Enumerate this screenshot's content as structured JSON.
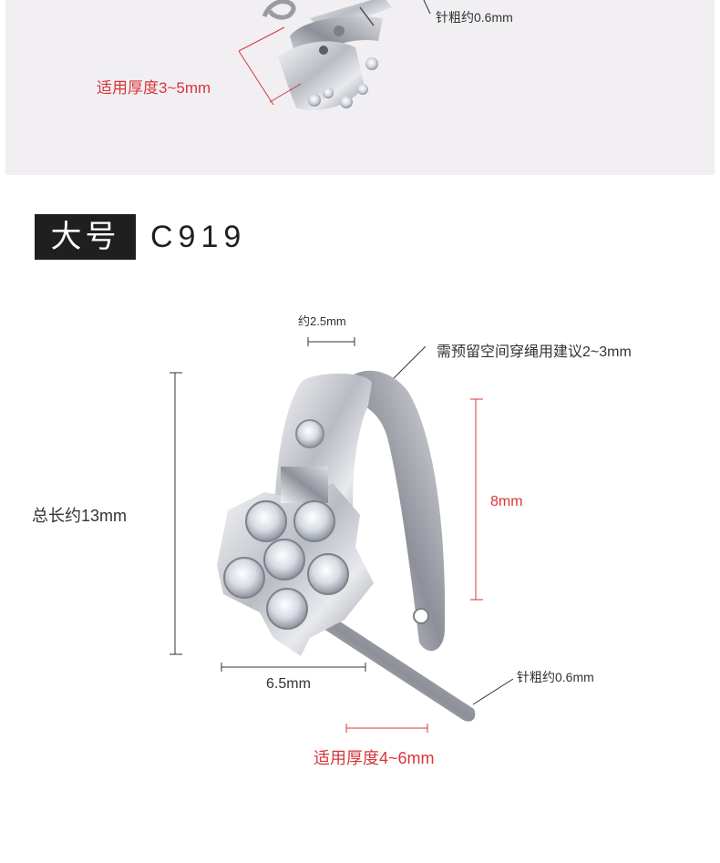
{
  "top_section": {
    "pin_label": "针粗约0.6mm",
    "thickness_label": "适用厚度3~5mm"
  },
  "header": {
    "size_badge": "大号",
    "model_code": "C919"
  },
  "dimensions": {
    "top_width": "约2.5mm",
    "rope_space": "需预留空间穿绳用建议2~3mm",
    "total_length": "总长约13mm",
    "inner_height": "8mm",
    "width": "6.5mm",
    "pin_label": "针粗约0.6mm",
    "thickness_label": "适用厚度4~6mm"
  },
  "colors": {
    "accent_red": "#d8353a",
    "panel_bg": "#f1eff2",
    "badge_bg": "#1f1f1f"
  }
}
